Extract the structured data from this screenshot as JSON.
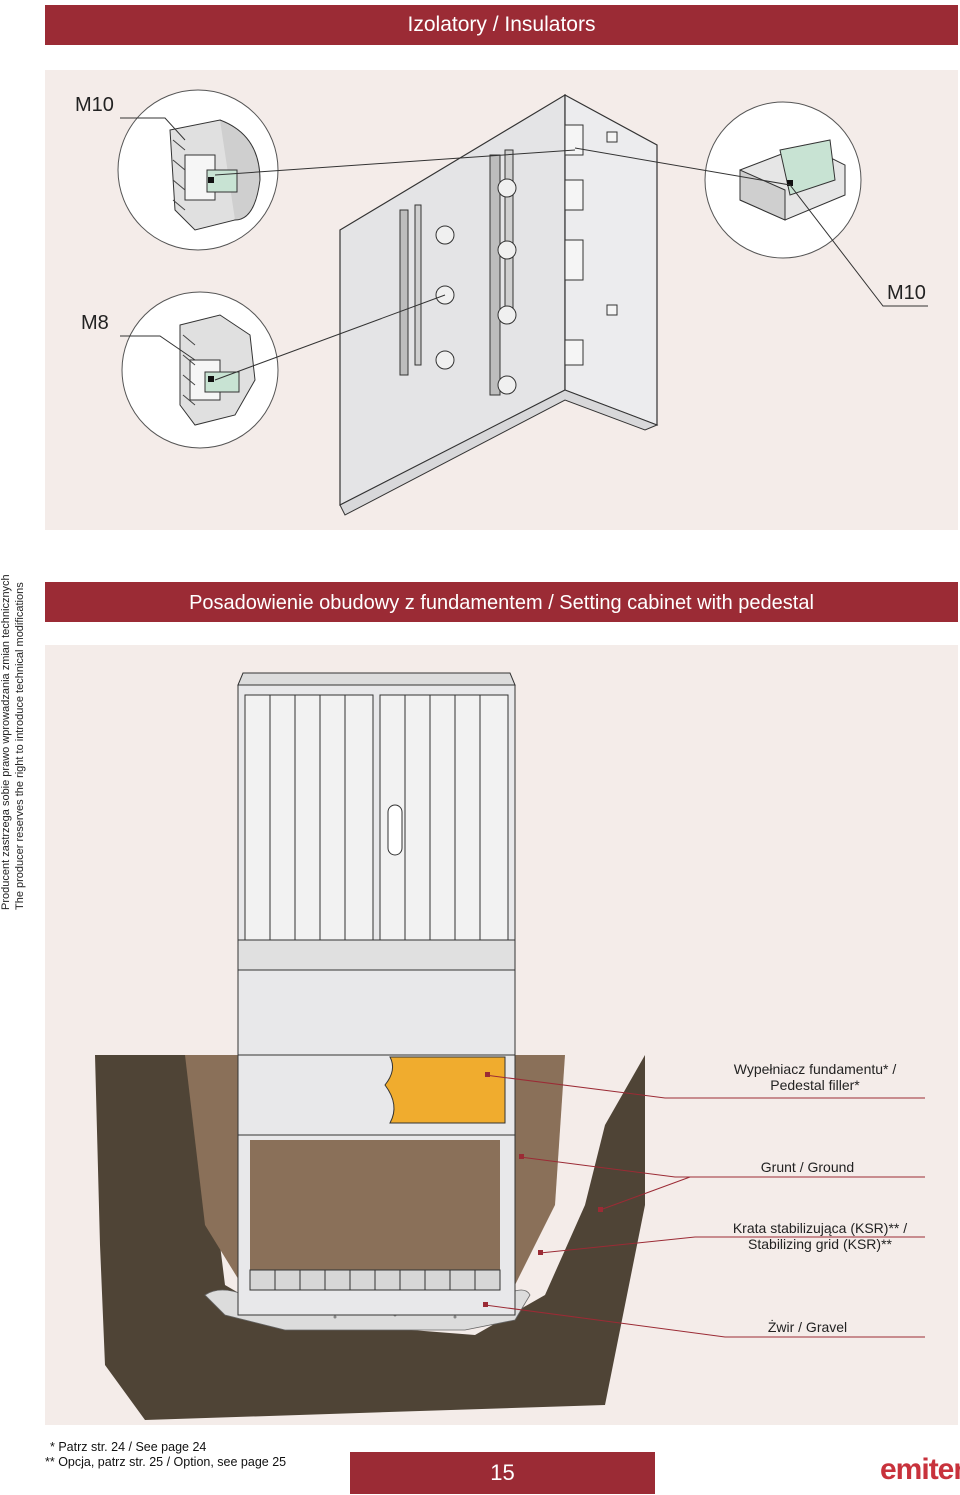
{
  "header": {
    "title": "Izolatory / Insulators"
  },
  "section2": {
    "title": "Posadowienie obudowy z fundamentem / Setting cabinet with pedestal"
  },
  "side_note": {
    "line1": "Producent zastrzega sobie prawo wprowadzania zmian technicznych",
    "line2": "The producer reserves the right to introduce technical modifications"
  },
  "insulators": {
    "label_top_left": "M10",
    "label_mid_left": "M8",
    "label_right": "M10"
  },
  "pedestal_labels": {
    "filler_line1": "Wypełniacz fundamentu* /",
    "filler_line2": "Pedestal filler*",
    "ground": "Grunt / Ground",
    "grid_line1": "Krata stabilizująca (KSR)** /",
    "grid_line2": "Stabilizing grid (KSR)**",
    "gravel": "Żwir / Gravel"
  },
  "footnotes": {
    "note1": "* Patrz str. 24 / See page 24",
    "note2": "** Opcja, patrz str. 25 / Option, see page 25"
  },
  "page_number": "15",
  "logo": {
    "text": "emiter",
    "mark": "®"
  },
  "colors": {
    "brand": "#9b2b35",
    "panel": "#f4ece9",
    "soil_dark": "#4f4436",
    "soil_light": "#8a7059",
    "filler": "#f0ac2e",
    "gravel": "#d9d9d9"
  }
}
